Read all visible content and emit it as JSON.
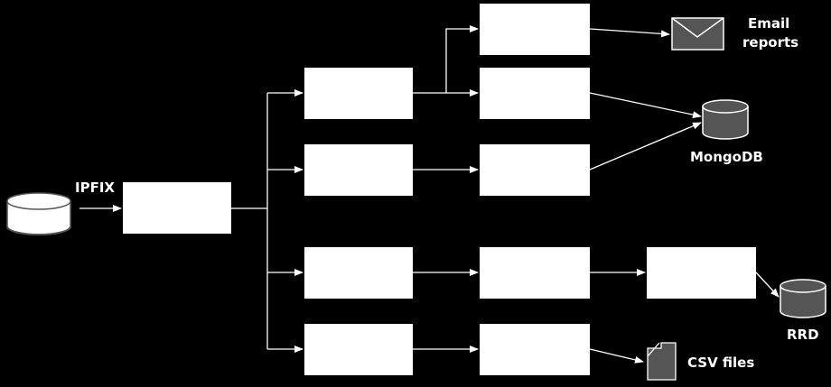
{
  "labels": {
    "ipfix": "IPFIX",
    "email_line1": "Email",
    "email_line2": "reports",
    "mongodb": "MongoDB",
    "rrd": "RRD",
    "csv": "CSV files"
  },
  "colors": {
    "background": "#000000",
    "box_fill": "#ffffff",
    "icon_fill": "#555555",
    "icon_stroke": "#ffffff"
  },
  "icons": {
    "source": "database-icon",
    "email": "envelope-icon",
    "mongodb": "database-icon",
    "rrd": "database-icon",
    "csv": "file-icon"
  }
}
